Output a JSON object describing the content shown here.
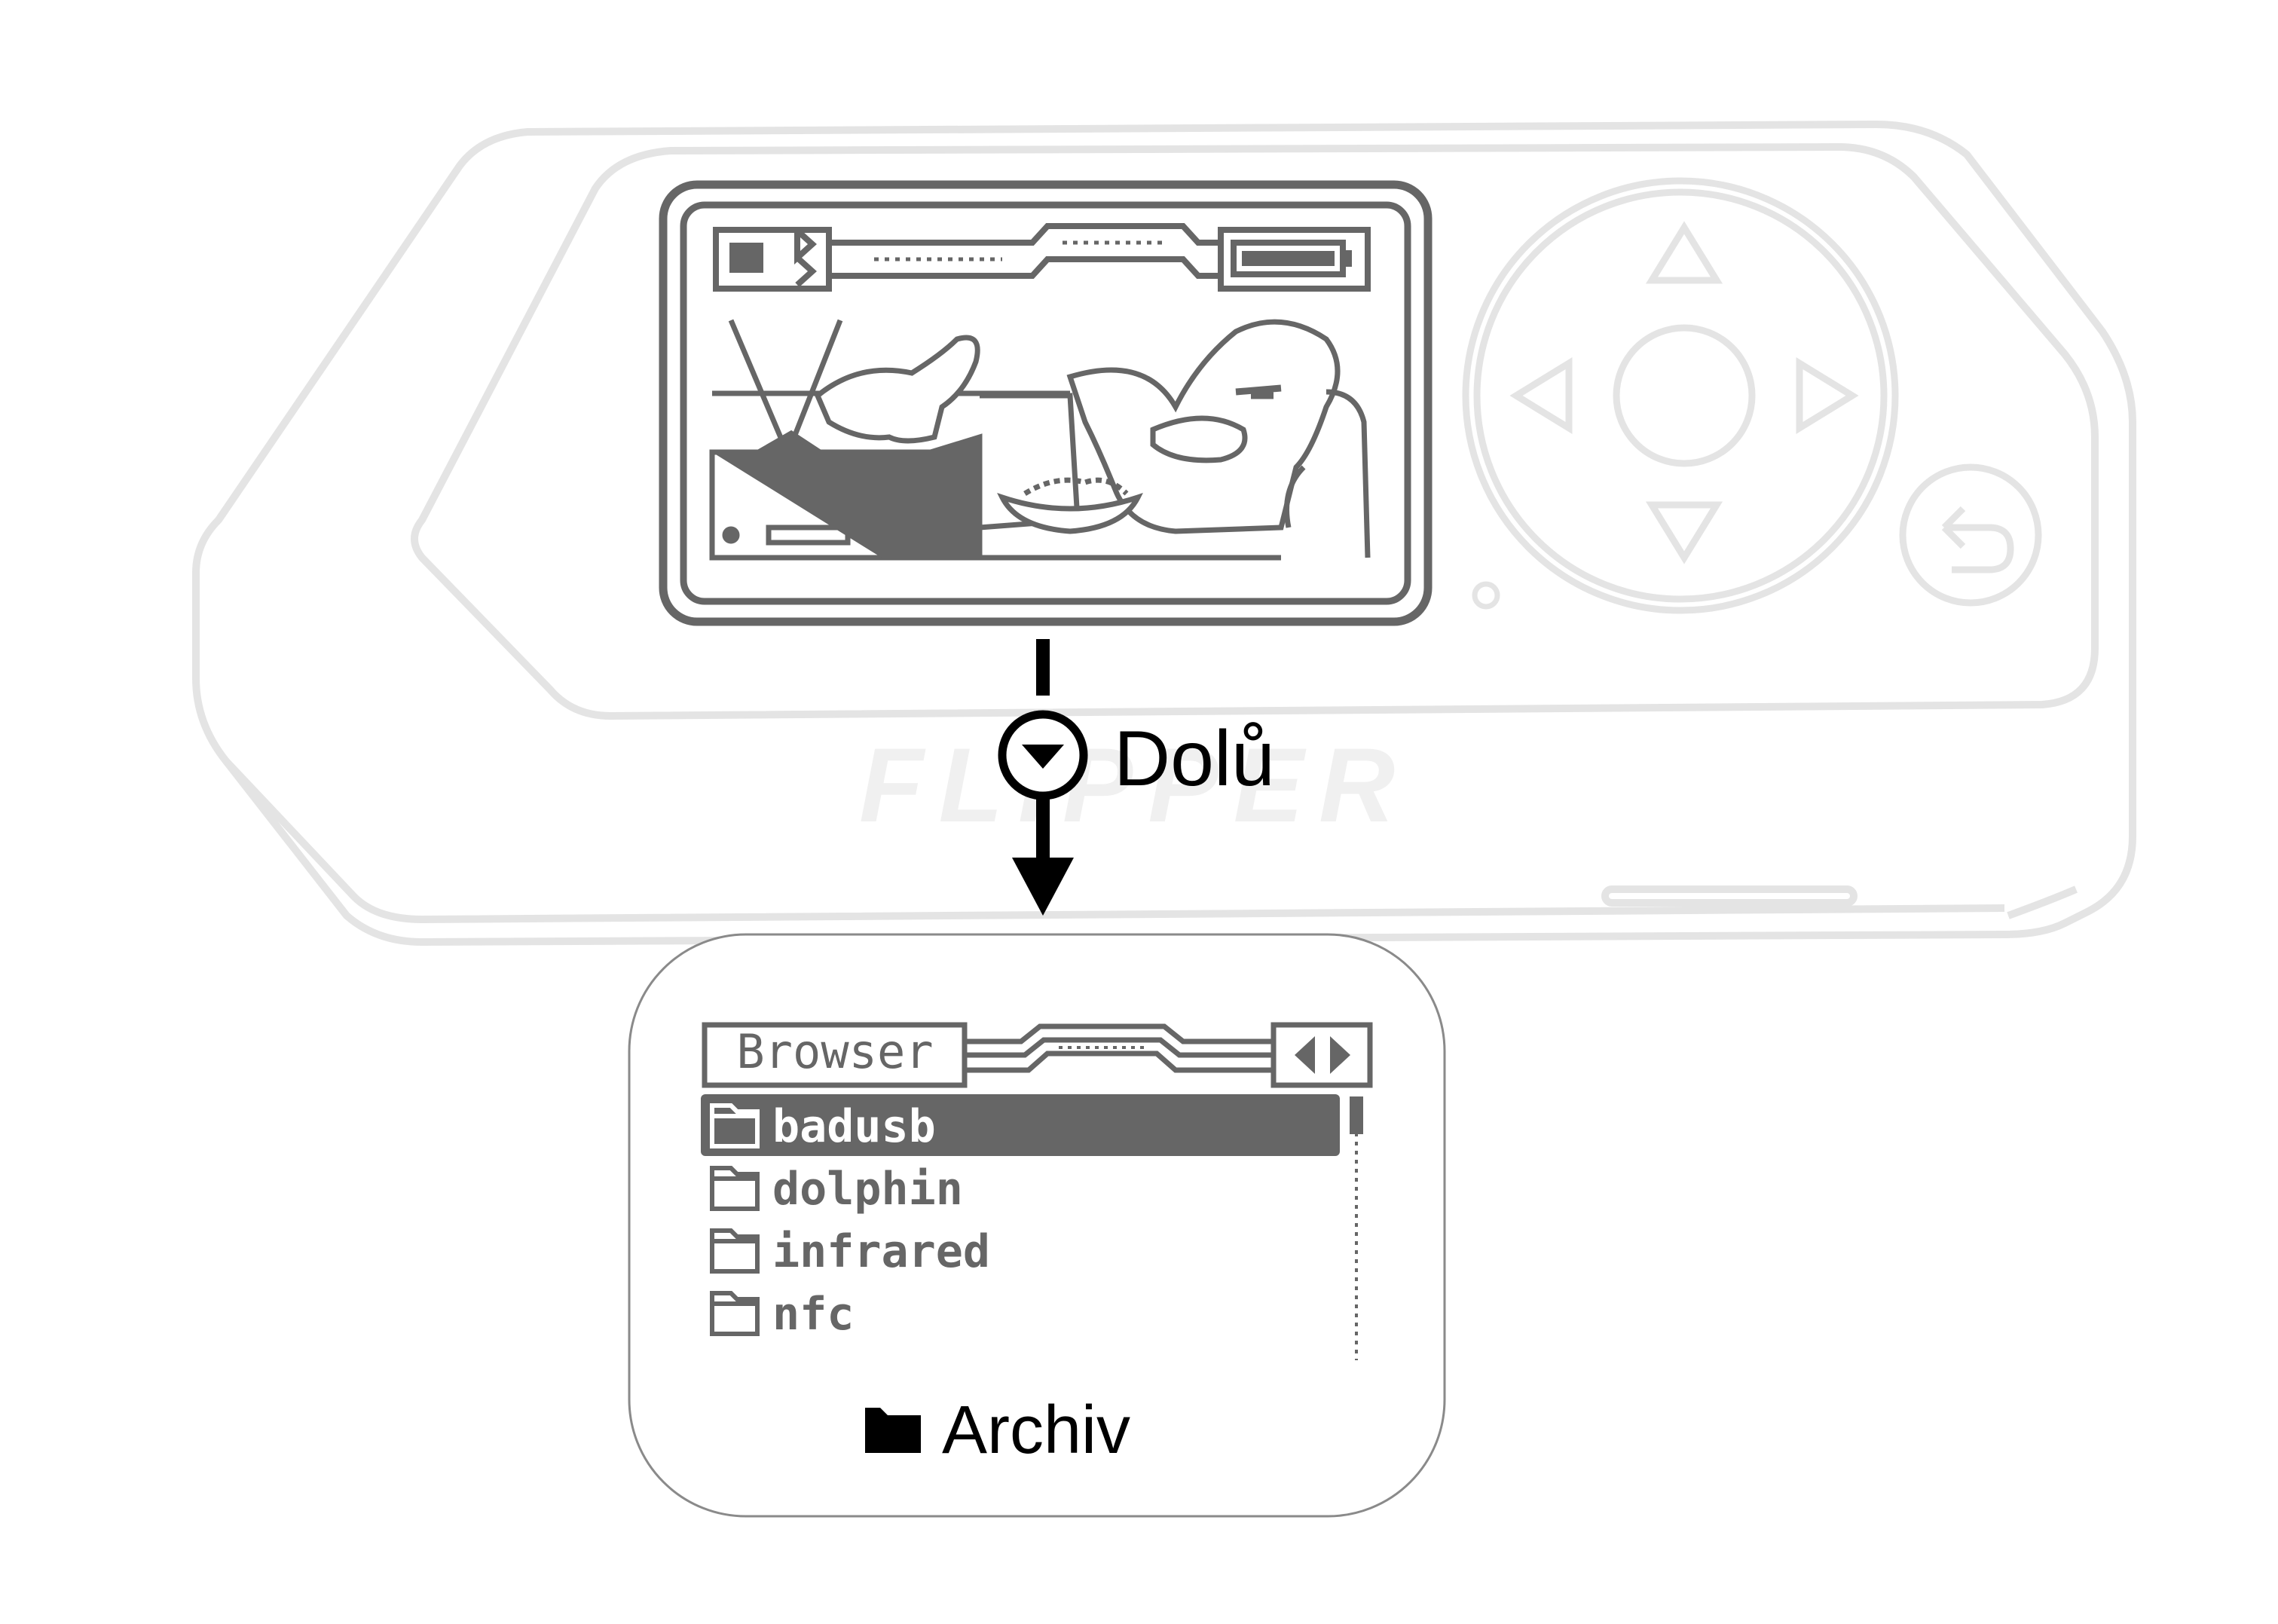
{
  "device": {
    "brand_text": "FLIPPER"
  },
  "transition": {
    "button_icon": "down-button-icon",
    "label": "Dolů"
  },
  "browser_screen": {
    "title": "Browser",
    "nav_arrows_icon": "left-right-arrows-icon",
    "items": [
      {
        "icon": "folder-outline-icon",
        "label": "badusb",
        "selected": true
      },
      {
        "icon": "folder-outline-icon",
        "label": "dolphin",
        "selected": false
      },
      {
        "icon": "folder-outline-icon",
        "label": "infrared",
        "selected": false
      },
      {
        "icon": "folder-outline-icon",
        "label": "nfc",
        "selected": false
      }
    ],
    "scrollbar": {
      "position_fraction": 0.0
    }
  },
  "caption": {
    "icon": "folder-filled-icon",
    "label": "Archiv"
  },
  "colors": {
    "device_outline": "#e6e6e6",
    "screen_gray": "#666666",
    "selection": "#666666",
    "ink": "#000000"
  }
}
